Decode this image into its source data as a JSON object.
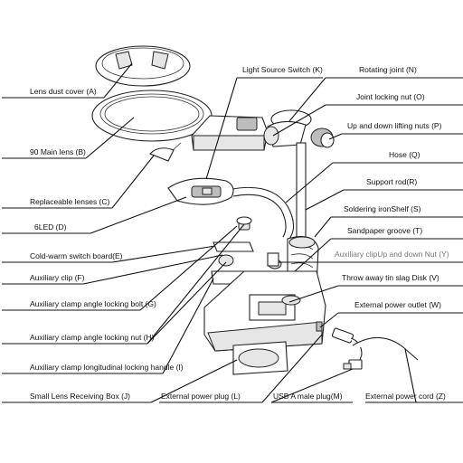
{
  "labels": {
    "A": "Lens dust cover (A)",
    "B": "90 Main lens (B)",
    "C": "Replaceable lenses (C)",
    "D": "6LED (D)",
    "E": "Cold-warm switch board(E)",
    "F": "Auxiliary clip (F)",
    "G": "Auxiliary clamp angle locking bolt (G)",
    "H": "Auxiliary clamp angle locking nut (H)",
    "I": "Auxiliary clamp longitudinal locking handle (I)",
    "J": "Small Lens Receiving Box (J)",
    "K": "Light Source Switch (K)",
    "L": "External power plug (L)",
    "M": "USB A male plug(M)",
    "N": "Rotating joint (N)",
    "O": "Joint locking nut (O)",
    "P": "Up and down lifting nuts (P)",
    "Q": "Hose (Q)",
    "R": "Support rod(R)",
    "S": "Soldering ironShelf (S)",
    "T": "Sandpaper groove (T)",
    "U": "Auxiliary clipUp and down Nut (Y)",
    "V": "Throw away tin slag Disk (V)",
    "W": "External power outlet (W)",
    "Z": "External power cord (Z)"
  }
}
